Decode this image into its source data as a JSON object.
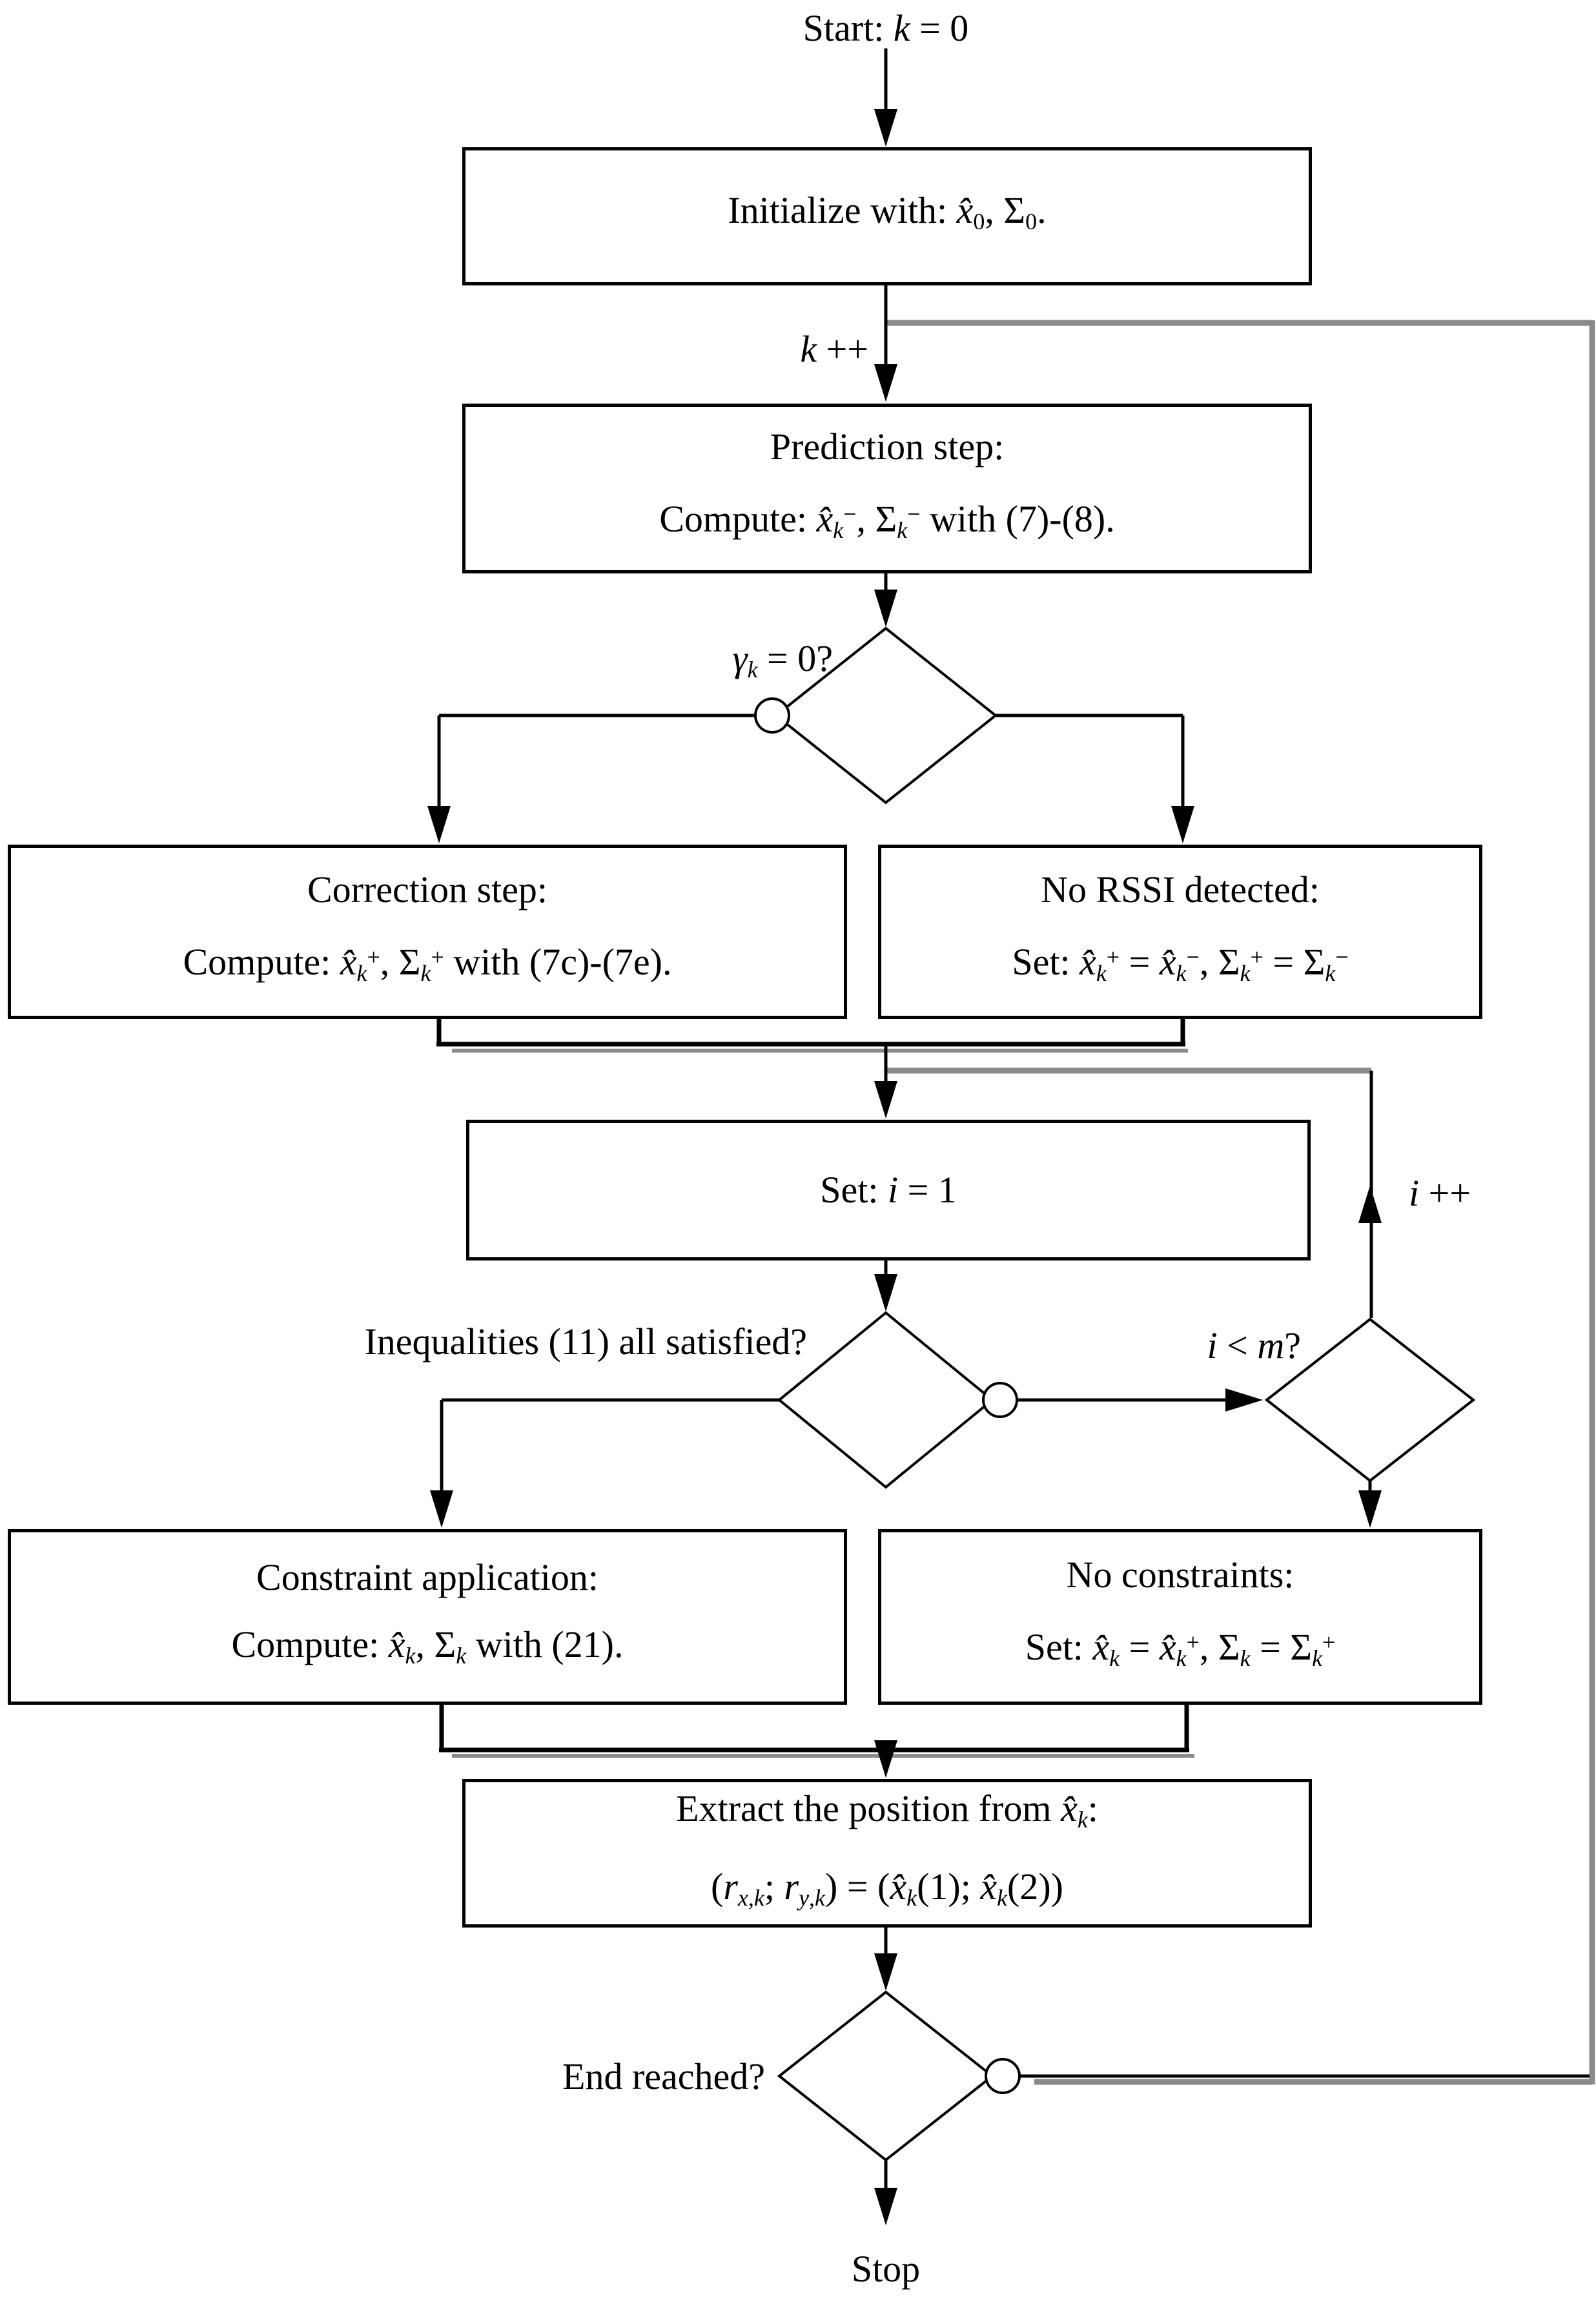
{
  "figure": {
    "type": "flowchart",
    "title_semantics": "Constrained Kalman filter RSSI positioning algorithm flowchart",
    "colors": {
      "line": "#000000",
      "loop_line": "#8a8a8a",
      "box_border": "#000000",
      "box_fill": "#ffffff",
      "text": "#000000",
      "background": "#ffffff"
    },
    "start_label": "Start: <i>k</i> = 0",
    "stop_label": "Stop",
    "edge_labels": {
      "k_increment": "<i>k</i> ++",
      "i_increment": "<i>i</i> ++"
    },
    "decisions": {
      "rssi": "<i>γ</i><sub><i>k</i></sub> = 0?",
      "inequalities": "Inequalities (11) all satisfied?",
      "iterations": "<i>i</i> &lt; <i>m</i>?",
      "end": "End reached?"
    },
    "boxes": {
      "initialize": {
        "lines": [
          "Initialize with: <i>x̂</i><sub>0</sub>, Σ<sub>0</sub>."
        ]
      },
      "prediction": {
        "lines": [
          "Prediction step:",
          "Compute: <i>x̂</i><sub><i>k</i></sub><sup>−</sup>, Σ<sub><i>k</i></sub><sup>−</sup> with (7)-(8)."
        ]
      },
      "correction": {
        "lines": [
          "Correction step:",
          "Compute: <i>x̂</i><sub><i>k</i></sub><sup>+</sup>, Σ<sub><i>k</i></sub><sup>+</sup> with (7c)-(7e)."
        ]
      },
      "no_rssi": {
        "lines": [
          "No RSSI detected:",
          "Set: <i>x̂</i><sub><i>k</i></sub><sup>+</sup> = <i>x̂</i><sub><i>k</i></sub><sup>−</sup>, Σ<sub><i>k</i></sub><sup>+</sup> = Σ<sub><i>k</i></sub><sup>−</sup>"
        ]
      },
      "set_iteration": {
        "lines": [
          "Set: <i>i</i> = 1"
        ]
      },
      "constraint": {
        "lines": [
          "Constraint application:",
          "Compute: <i>x̂</i><sub><i>k</i></sub>, Σ<sub><i>k</i></sub> with (21)."
        ]
      },
      "no_constraints": {
        "lines": [
          "No constraints:",
          "Set: <i>x̂</i><sub><i>k</i></sub> = <i>x̂</i><sub><i>k</i></sub><sup>+</sup>, Σ<sub><i>k</i></sub> = Σ<sub><i>k</i></sub><sup>+</sup>"
        ]
      },
      "extract": {
        "lines": [
          "Extract the position from <i>x̂</i><sub><i>k</i></sub>:",
          "(<i>r</i><sub><i>x</i>,<i>k</i></sub>; <i>r</i><sub><i>y</i>,<i>k</i></sub>) = (<i>x̂</i><sub><i>k</i></sub>(1); <i>x̂</i><sub><i>k</i></sub>(2))"
        ]
      }
    }
  }
}
